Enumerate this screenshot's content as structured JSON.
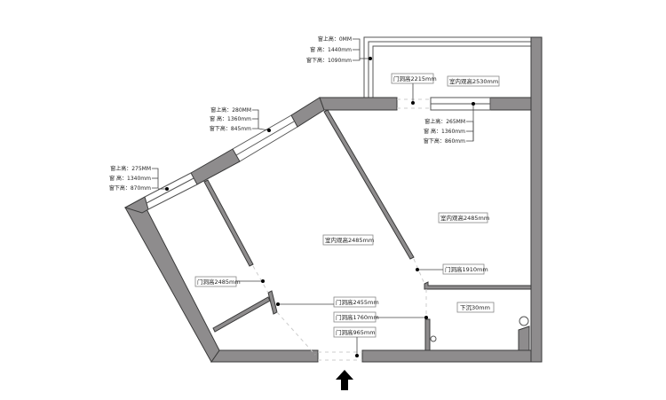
{
  "windows": [
    {
      "top": "窗上高：0MM",
      "height": "窗  高：1440mm",
      "bottom": "窗下高：1090mm"
    },
    {
      "top": "窗上高：280MM",
      "height": "窗  高：1360mm",
      "bottom": "窗下高：845mm"
    },
    {
      "top": "窗上高：275MM",
      "height": "窗  高：1340mm",
      "bottom": "窗下高：870mm"
    },
    {
      "top": "窗上高：265MM",
      "height": "窗  高：1360mm",
      "bottom": "窗下高：860mm"
    }
  ],
  "labels": {
    "door_top": "门洞高2215mm",
    "room_height_top": "室内观高2530mm",
    "room_height_right": "室内观高2485mm",
    "room_height_center": "室内观高2485mm",
    "door_right": "门洞高1910mm",
    "door_left": "门洞高2485mm",
    "door_center_1": "门洞高2455mm",
    "door_center_2": "门洞高1760mm",
    "door_center_3": "门洞高965mm",
    "sink": "下沉30mm"
  },
  "colors": {
    "wall": "#8e8c8d"
  }
}
